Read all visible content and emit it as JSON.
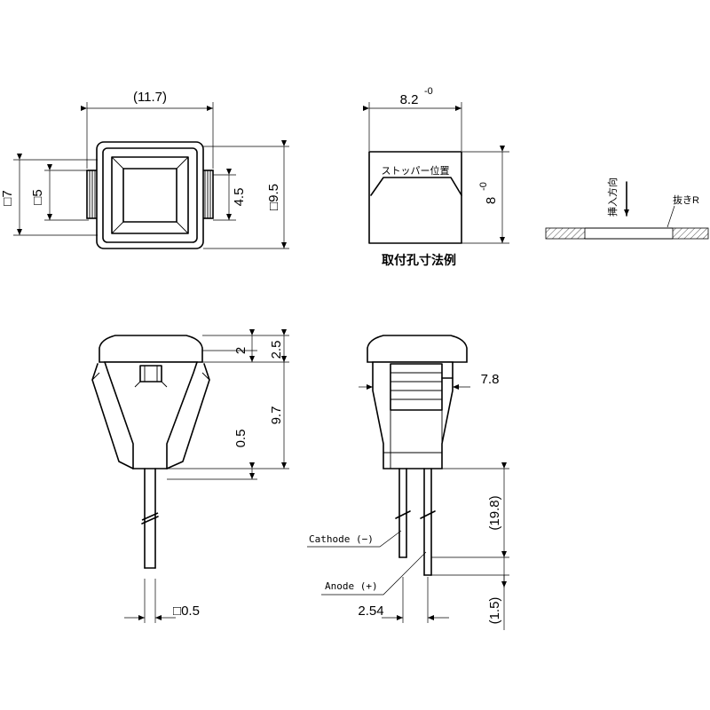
{
  "labels": {
    "top_width": "(11.7)",
    "side_7": "□7",
    "side_5": "□5",
    "dim_45": "4.5",
    "dim_95": "□9.5",
    "panel_width": "8.2",
    "panel_width_tol": "-0",
    "panel_height": "8",
    "panel_height_tol": "-0",
    "stopper": "ストッパー位置",
    "mounting_hole": "取付孔寸法例",
    "insert_dir": "挿入方向",
    "punch_r": "抜きR",
    "dim_2": "2",
    "dim_25": "2.5",
    "dim_97": "9.7",
    "dim_05": "0.5",
    "dim_78": "7.8",
    "dim_198": "(19.8)",
    "dim_15": "(1.5)",
    "cathode": "Cathode (−)",
    "anode": "Anode (+)",
    "pin_sq": "□0.5",
    "pitch": "2.54"
  }
}
